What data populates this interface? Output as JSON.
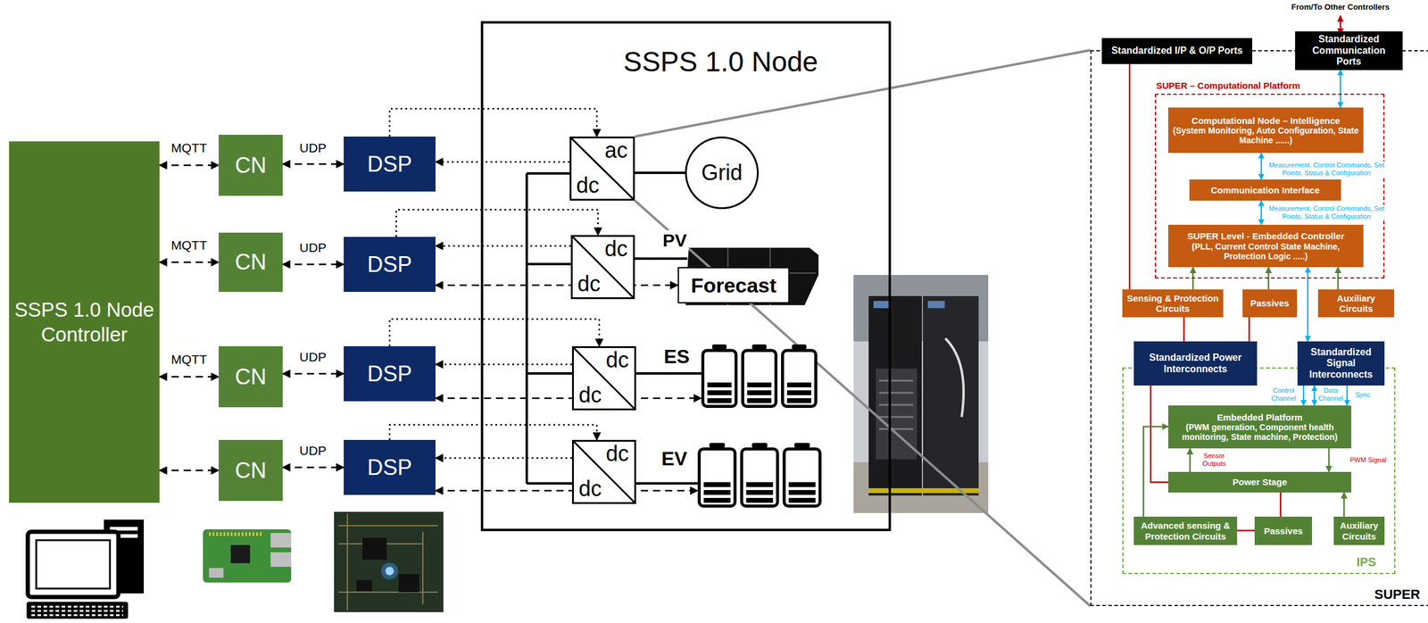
{
  "diagram": {
    "nodes": [
      {
        "text": [
          "SSPS 1.0 Node Controller"
        ]
      },
      {
        "text": [
          "CN"
        ]
      },
      {
        "text": [
          "CN"
        ]
      },
      {
        "text": [
          "CN"
        ]
      },
      {
        "text": [
          "CN"
        ]
      },
      {
        "text": [
          "DSP"
        ]
      },
      {
        "text": [
          "DSP"
        ]
      },
      {
        "text": [
          "DSP"
        ]
      },
      {
        "text": [
          "DSP"
        ]
      },
      {
        "text": [
          "SSPS 1.0 Node"
        ]
      },
      {
        "text": [
          "ac",
          "dc"
        ],
        "in": 9
      },
      {
        "text": [
          "Grid"
        ],
        "in": 9
      },
      {
        "text": [
          "dc",
          "dc"
        ],
        "in": 9
      },
      {
        "text": [
          "Forecast"
        ],
        "in": 9
      },
      {
        "text": [
          "dc",
          "dc"
        ],
        "in": 9
      },
      {
        "text": [
          "ES"
        ],
        "in": 9
      },
      {
        "text": [
          "dc",
          "dc"
        ],
        "in": 9
      },
      {
        "text": [
          "EV"
        ],
        "in": 9
      },
      {
        "text": [
          "SUPER"
        ]
      },
      {
        "text": [
          "Standardized I/P & O/P Ports"
        ],
        "in": 18
      },
      {
        "text": [
          "Standardized Communication Ports"
        ],
        "in": 18
      },
      {
        "text": [
          "SUPER – Computational Platform"
        ],
        "in": 18
      },
      {
        "text": [
          "Computational Node – Intelligence",
          "(System Monitoring, Auto Configuration, State Machine ......)"
        ],
        "in": 21
      },
      {
        "text": [
          "Communication Interface"
        ],
        "in": 21
      },
      {
        "text": [
          "SUPER Level - Embedded Controller",
          "(PLL, Current Control State Machine, Protection Logic .....)"
        ],
        "in": 21
      },
      {
        "text": [
          "Sensing & Protection Circuits"
        ],
        "in": 18
      },
      {
        "text": [
          "Passives"
        ],
        "in": 18
      },
      {
        "text": [
          "Auxiliary Circuits"
        ],
        "in": 18
      },
      {
        "text": [
          "Standardized Power Interconnects"
        ],
        "in": 18
      },
      {
        "text": [
          "Standardized Signal Interconnects"
        ],
        "in": 18
      },
      {
        "text": [
          "IPS"
        ],
        "in": 18
      },
      {
        "text": [
          "Embedded Platform",
          "(PWM generation, Component health monitoring, State machine, Protection)"
        ],
        "in": 30
      },
      {
        "text": [
          "Power Stage"
        ],
        "in": 30
      },
      {
        "text": [
          "Advanced sensing & Protection Circuits"
        ],
        "in": 30
      },
      {
        "text": [
          "Passives"
        ],
        "in": 30
      },
      {
        "text": [
          "Auxiliary Circuits"
        ],
        "in": 30
      }
    ],
    "edges": [
      {
        "from": 0,
        "to": 1,
        "arrow": "both",
        "label": "MQTT"
      },
      {
        "from": 0,
        "to": 2,
        "arrow": "both",
        "label": "MQTT"
      },
      {
        "from": 0,
        "to": 3,
        "arrow": "both",
        "label": "MQTT"
      },
      {
        "from": 0,
        "to": 4,
        "arrow": "both"
      },
      {
        "from": 1,
        "to": 5,
        "arrow": "both",
        "label": "UDP"
      },
      {
        "from": 2,
        "to": 6,
        "arrow": "both",
        "label": "UDP"
      },
      {
        "from": 3,
        "to": 7,
        "arrow": "both",
        "label": "UDP"
      },
      {
        "from": 4,
        "to": 8,
        "arrow": "both",
        "label": "UDP"
      },
      {
        "from": 5,
        "to": 10,
        "arrow": "to"
      },
      {
        "from": 10,
        "to": 5,
        "arrow": "to"
      },
      {
        "from": 6,
        "to": 12,
        "arrow": "to"
      },
      {
        "from": 12,
        "to": 6,
        "arrow": "to"
      },
      {
        "from": 7,
        "to": 14,
        "arrow": "to"
      },
      {
        "from": 14,
        "to": 7,
        "arrow": "to"
      },
      {
        "from": 8,
        "to": 16,
        "arrow": "to"
      },
      {
        "from": 16,
        "to": 8,
        "arrow": "to"
      },
      {
        "from": 6,
        "to": 13,
        "arrow": "both"
      },
      {
        "from": 7,
        "to": 15,
        "arrow": "both"
      },
      {
        "from": 8,
        "to": 17,
        "arrow": "both"
      },
      {
        "from": 10,
        "to": 11,
        "arrow": "none"
      },
      {
        "from": 14,
        "to": 15,
        "arrow": "none"
      },
      {
        "from": 16,
        "to": 17,
        "arrow": "none"
      },
      {
        "from": 10,
        "to": 18,
        "arrow": "none"
      },
      {
        "from": 10,
        "to": 18,
        "arrow": "none"
      },
      {
        "from": 20,
        "to": 22,
        "arrow": "both"
      },
      {
        "from": 22,
        "to": 23,
        "arrow": "both",
        "label": "Measurement, Control Commands, Set Points, Status & Configuration"
      },
      {
        "from": 23,
        "to": 24,
        "arrow": "both",
        "label": "Measurement, Control Commands, Set Points, Status & Configuration"
      },
      {
        "from": 25,
        "to": 24,
        "arrow": "to"
      },
      {
        "from": 26,
        "to": 24,
        "arrow": "to"
      },
      {
        "from": 27,
        "to": 24,
        "arrow": "to"
      },
      {
        "from": 24,
        "to": 29,
        "arrow": "both"
      },
      {
        "from": 29,
        "to": 31,
        "arrow": "to",
        "label": "Control Channel"
      },
      {
        "from": 29,
        "to": 31,
        "arrow": "both",
        "label": "Data Channel"
      },
      {
        "from": 29,
        "to": 31,
        "arrow": "to",
        "label": "Sync"
      },
      {
        "from": 19,
        "to": 25,
        "arrow": "none"
      },
      {
        "from": 25,
        "to": 28,
        "arrow": "none"
      },
      {
        "from": 26,
        "to": 28,
        "arrow": "none"
      },
      {
        "from": 28,
        "to": 32,
        "arrow": "none"
      },
      {
        "from": 31,
        "to": 32,
        "arrow": "to",
        "label": "PWM Signal"
      },
      {
        "from": 32,
        "to": 31,
        "arrow": "to",
        "label": "Sensor Outputs"
      },
      {
        "from": 33,
        "to": 31,
        "arrow": "to"
      },
      {
        "from": 32,
        "to": 34,
        "arrow": "none"
      },
      {
        "from": 33,
        "to": 34,
        "arrow": "none"
      },
      {
        "from": 35,
        "to": 32,
        "arrow": "to"
      }
    ],
    "labels": [
      "PV",
      "From/To Other Controllers"
    ]
  }
}
